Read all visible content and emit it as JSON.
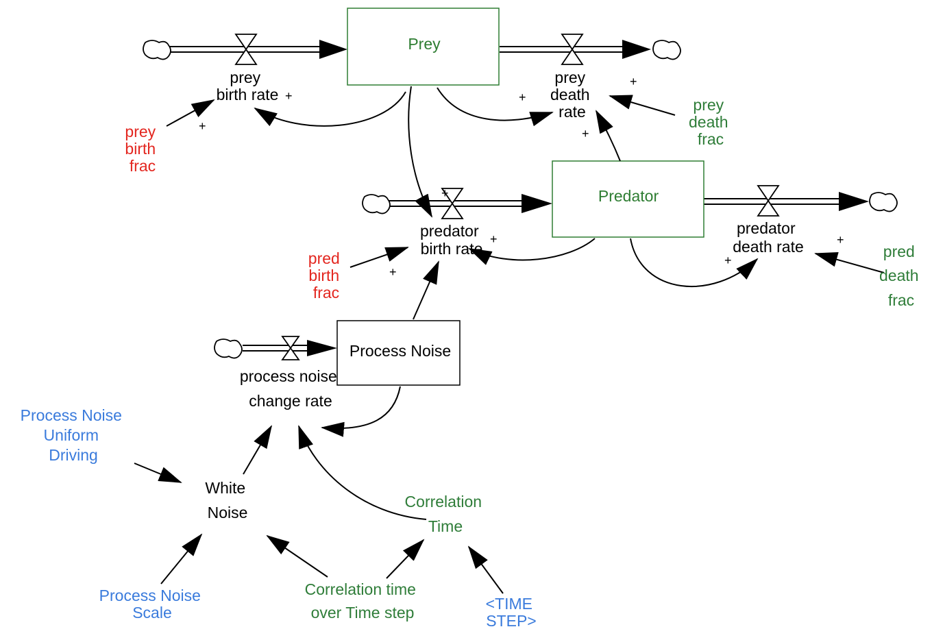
{
  "colors": {
    "black": "#000000",
    "stock_green": "#2e7d32",
    "green_text": "#2f7d39",
    "red_text": "#e3261f",
    "blue_text": "#3a7bdc"
  },
  "stocks": {
    "prey": "Prey",
    "predator": "Predator",
    "process_noise": "Process Noise"
  },
  "flows": {
    "prey_birth_rate": [
      "prey",
      "birth rate"
    ],
    "prey_death_rate": [
      "prey",
      "death",
      "rate"
    ],
    "predator_birth_rate": [
      "predator",
      "birth rate"
    ],
    "predator_death_rate": [
      "predator",
      "death rate"
    ],
    "process_noise_change_rate": [
      "process noise",
      "change rate"
    ]
  },
  "variables": {
    "prey_birth_frac": [
      "prey",
      "birth",
      "frac"
    ],
    "prey_death_frac": [
      "prey",
      "death",
      "frac"
    ],
    "pred_birth_frac": [
      "pred",
      "birth",
      "frac"
    ],
    "pred_death_frac": [
      "pred",
      "death",
      "frac"
    ],
    "process_noise_uniform_driving": [
      "Process Noise",
      "Uniform",
      "Driving"
    ],
    "white_noise": [
      "White",
      "Noise"
    ],
    "correlation_time": [
      "Correlation",
      "Time"
    ],
    "process_noise_scale": [
      "Process Noise",
      "Scale"
    ],
    "correlation_time_over_time_step": [
      "Correlation time",
      "over Time step"
    ],
    "time_step": [
      "<TIME",
      "STEP>"
    ]
  },
  "polarity": "+"
}
